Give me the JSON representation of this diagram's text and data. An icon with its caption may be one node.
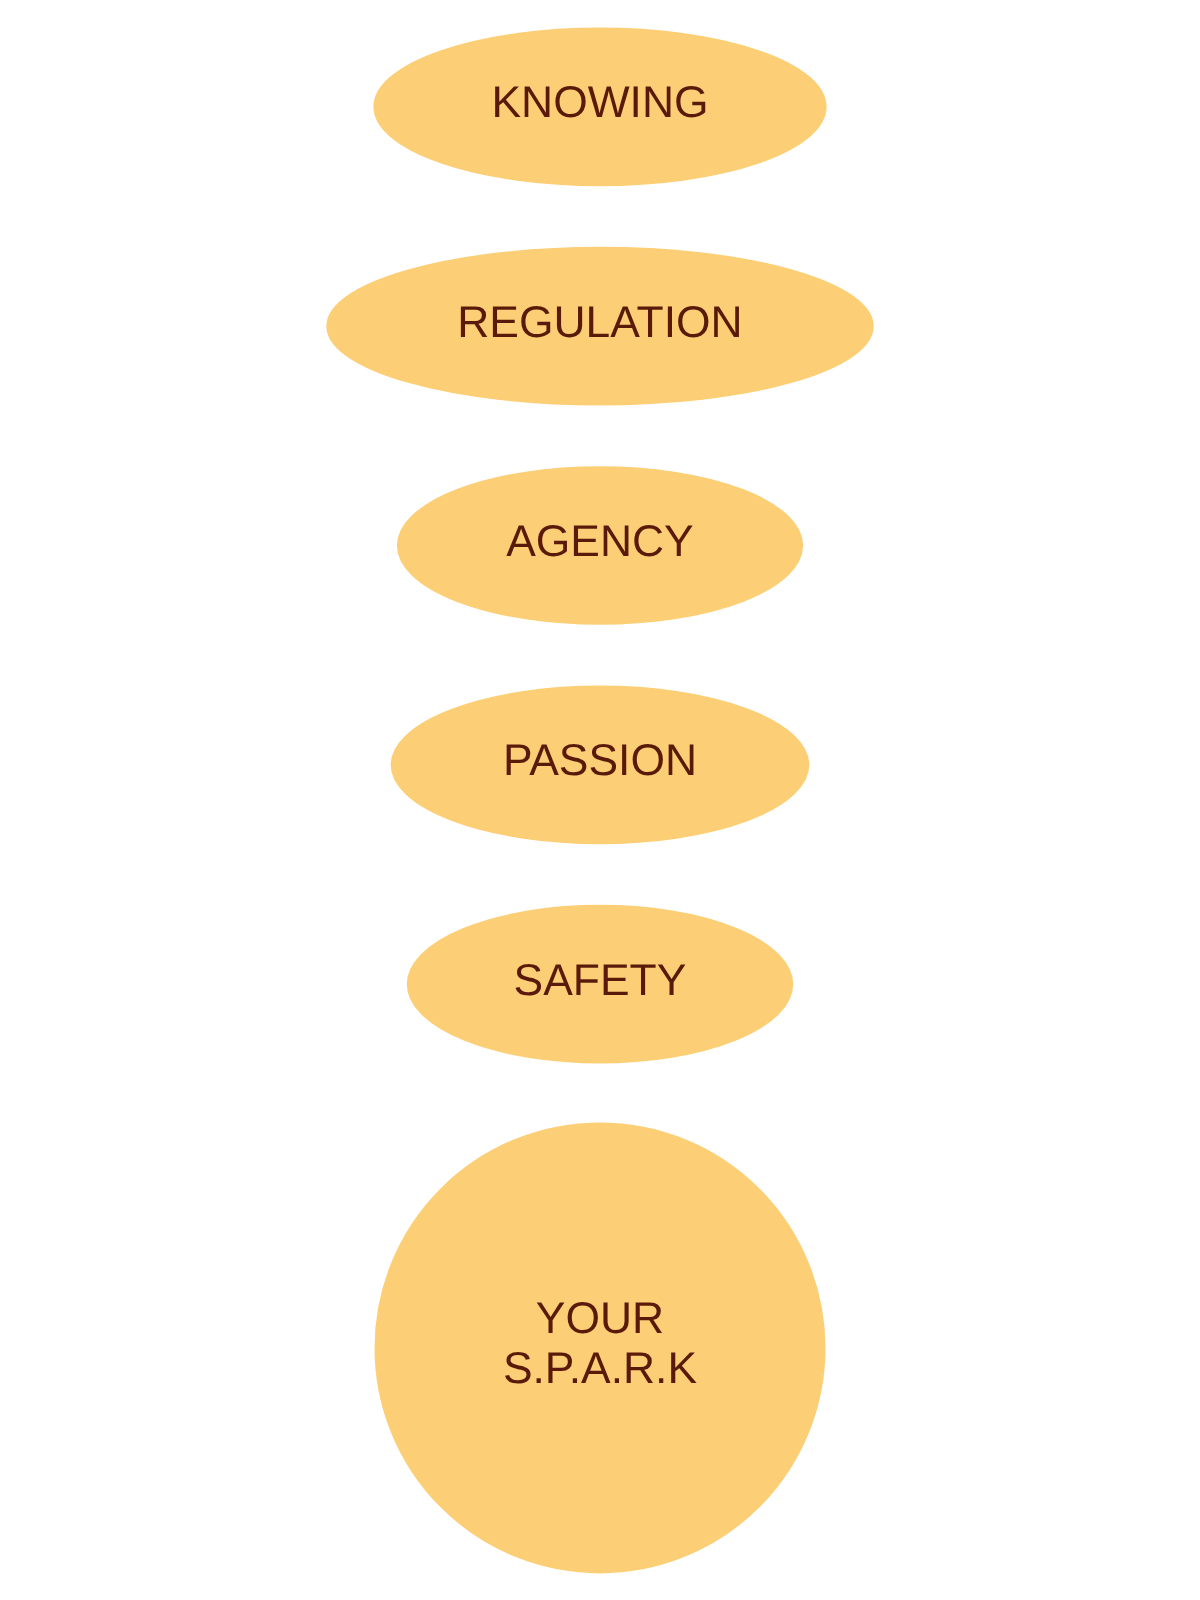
{
  "diagram": {
    "nodes": [
      {
        "text": [
          "YOUR S.P.A.R.K"
        ]
      },
      {
        "text": [
          "SAFETY"
        ]
      },
      {
        "text": [
          "PASSION"
        ]
      },
      {
        "text": [
          "AGENCY"
        ]
      },
      {
        "text": [
          "REGULATION"
        ]
      },
      {
        "text": [
          "KNOWING"
        ]
      }
    ]
  }
}
